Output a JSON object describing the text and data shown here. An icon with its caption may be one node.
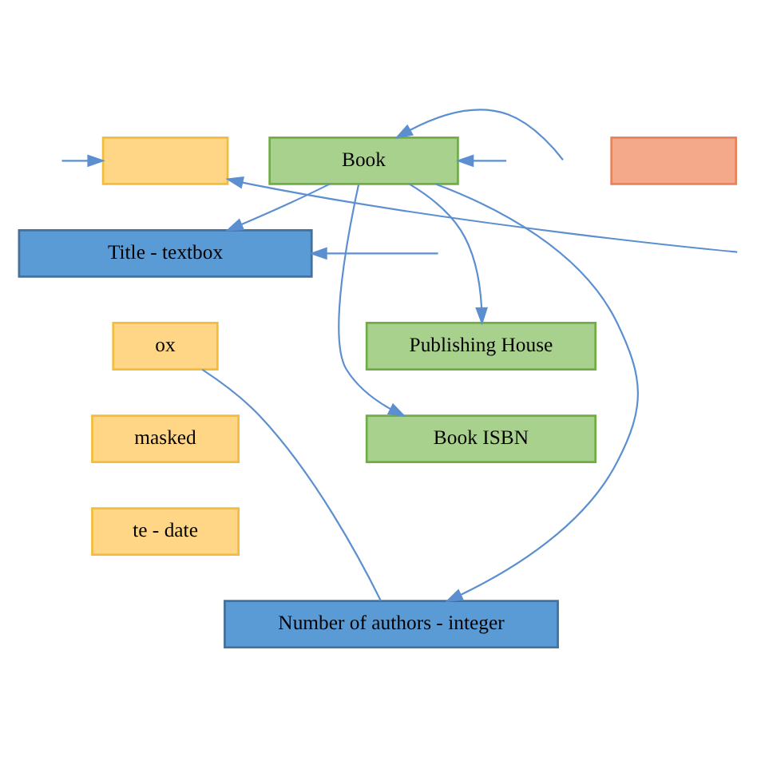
{
  "diagram": {
    "nodes": [
      {
        "text": [],
        "shape": "box"
      },
      {
        "text": [
          "Book"
        ]
      },
      {
        "text": [],
        "shape": "box"
      },
      {
        "text": [
          "Title - textbox"
        ]
      },
      {
        "text": [
          "ox"
        ]
      },
      {
        "text": [
          "Publishing House"
        ]
      },
      {
        "text": [
          "masked"
        ]
      },
      {
        "text": [
          "Book ISBN"
        ]
      },
      {
        "text": [
          "te - date"
        ]
      },
      {
        "text": [
          "Number of authors - integer"
        ]
      }
    ],
    "edges": [
      {
        "from": null,
        "to": 0,
        "arrow": "to"
      },
      {
        "from": null,
        "to": 0,
        "arrow": "to"
      },
      {
        "from": null,
        "to": 3,
        "arrow": "to"
      },
      {
        "from": 1,
        "to": 3,
        "arrow": "to"
      },
      {
        "from": 1,
        "to": 5,
        "arrow": "to"
      },
      {
        "from": 1,
        "to": 7,
        "arrow": "to"
      },
      {
        "from": 1,
        "to": 9,
        "arrow": "to"
      },
      {
        "from": null,
        "to": 1,
        "arrow": "to"
      },
      {
        "from": null,
        "to": 1,
        "arrow": "to"
      },
      {
        "from": 4,
        "to": 9,
        "arrow": "none"
      }
    ]
  }
}
